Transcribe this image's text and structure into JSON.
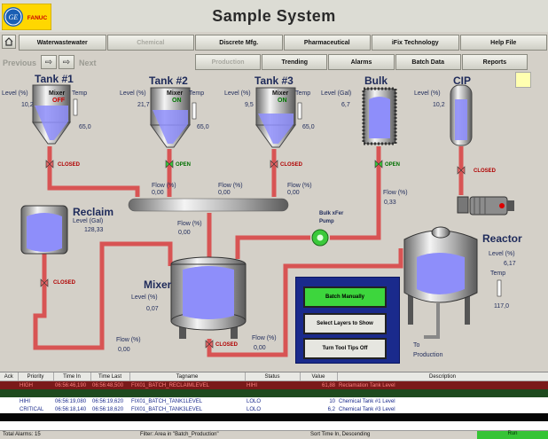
{
  "header": {
    "title": "Sample System",
    "logo_text": "FANUC",
    "logo_ge": "GE"
  },
  "nav_row1": [
    {
      "label": "Waterwastewater",
      "disabled": false
    },
    {
      "label": "Chemical",
      "disabled": true
    },
    {
      "label": "Discrete Mfg.",
      "disabled": false
    },
    {
      "label": "Pharmaceutical",
      "disabled": false
    },
    {
      "label": "iFix Technology",
      "disabled": false
    },
    {
      "label": "Help File",
      "disabled": false
    }
  ],
  "nav_row2": [
    {
      "label": "Production",
      "disabled": true
    },
    {
      "label": "Trending",
      "disabled": false
    },
    {
      "label": "Alarms",
      "disabled": false
    },
    {
      "label": "Batch Data",
      "disabled": false
    },
    {
      "label": "Reports",
      "disabled": false
    }
  ],
  "history": {
    "previous": "Previous",
    "next": "Next"
  },
  "tanks": [
    {
      "name": "Tank #1",
      "level_label": "Level (%)",
      "level": "10,2",
      "temp_label": "Temp",
      "temp": "65,0",
      "mixer_label": "Mixer",
      "mixer_state": "OFF",
      "valve_state": "CLOSED",
      "flow_label": "Flow (%)",
      "flow": "0,00"
    },
    {
      "name": "Tank #2",
      "level_label": "Level (%)",
      "level": "21,7",
      "temp_label": "Temp",
      "temp": "65,0",
      "mixer_label": "Mixer",
      "mixer_state": "ON",
      "valve_state": "OPEN",
      "flow_label": "Flow (%)",
      "flow": "0,00"
    },
    {
      "name": "Tank #3",
      "level_label": "Level (%)",
      "level": "9,5",
      "temp_label": "Temp",
      "temp": "65,0",
      "mixer_label": "Mixer",
      "mixer_state": "ON",
      "valve_state": "CLOSED",
      "flow_label": "Flow (%)",
      "flow": "0,00"
    }
  ],
  "bulk": {
    "name": "Bulk",
    "level_label": "Level (Gal)",
    "level": "6,7",
    "valve_state": "OPEN",
    "flow_label": "Flow (%)",
    "flow": "0,33"
  },
  "cip": {
    "name": "CIP",
    "level_label": "Level (%)",
    "level": "10,2",
    "valve_state": "CLOSED"
  },
  "reclaim": {
    "name": "Reclaim",
    "level_label": "Level (Gal)",
    "level": "128,33",
    "valve_state": "CLOSED",
    "flow_label": "Flow (%)",
    "flow": "0,00"
  },
  "mixer": {
    "name": "Mixer",
    "level_label": "Level (%)",
    "level": "0,07",
    "valve_state": "CLOSED",
    "flow_label": "Flow (%)",
    "flow": "0,00",
    "flow2_label": "Flow (%)",
    "flow2": "0,00"
  },
  "header_flow": {
    "label": "Flow (%)",
    "value": "0,00"
  },
  "pump": {
    "label_line1": "Bulk xFer",
    "label_line2": "Pump"
  },
  "reactor": {
    "name": "Reactor",
    "level_label": "Level (%)",
    "level": "6,17",
    "temp_label": "Temp",
    "temp": "117,0",
    "out_line1": "To",
    "out_line2": "Production"
  },
  "controls": {
    "batch": "Batch Manually",
    "layers": "Select Layers to Show",
    "tooltips": "Turn Tool Tips Off"
  },
  "alarms": {
    "columns": [
      "Ack",
      "Priority",
      "Time In",
      "Time Last",
      "Tagname",
      "Status",
      "Value",
      "Description"
    ],
    "rows": [
      {
        "ack": "",
        "priority": "HIGH",
        "time_in": "06:56:46,190",
        "time_last": "06:56:48,500",
        "tag": "FIX01_BATCH_RECLAIMLEVEL",
        "status": "HIHI",
        "value": "61,88",
        "desc": "Reclamation Tank Level",
        "style": "high"
      },
      {
        "ack": "",
        "priority": "",
        "time_in": "",
        "time_last": "",
        "tag": "",
        "status": "",
        "value": "",
        "desc": "",
        "style": "green"
      },
      {
        "ack": "",
        "priority": "HIHI",
        "time_in": "06:56:19,080",
        "time_last": "06:56:19,620",
        "tag": "FIX01_BATCH_TANK1LEVEL",
        "status": "LOLO",
        "value": "10",
        "desc": "Chemical Tank #1 Level",
        "style": "hihi"
      },
      {
        "ack": "",
        "priority": "CRITICAL",
        "time_in": "06:56:18,140",
        "time_last": "06:56:18,620",
        "tag": "FIX01_BATCH_TANK3LEVEL",
        "status": "LOLO",
        "value": "6,2",
        "desc": "Chemical Tank #3 Level",
        "style": "critical"
      },
      {
        "ack": "",
        "priority": "",
        "time_in": "",
        "time_last": "",
        "tag": "",
        "status": "",
        "value": "",
        "desc": "",
        "style": "dark"
      }
    ]
  },
  "status_bar": {
    "total": "Total Alarms: 15",
    "filter": "Filter: Area in \"Batch_Production\"",
    "sort": "Sort Time In, Descending",
    "run": "Run"
  },
  "colors": {
    "pipe": "#e66a6a",
    "pipe_edge": "#b03030",
    "liquid": "#8e8efa",
    "run": "#35c435",
    "alarm_high_bg": "#7a1a1a",
    "ctrl_panel": "#1a2a8c"
  },
  "icons": [
    "home-icon",
    "back-arrow-icon",
    "forward-arrow-icon",
    "valve-icon",
    "thermometer-icon",
    "pump-icon",
    "motor-icon"
  ]
}
